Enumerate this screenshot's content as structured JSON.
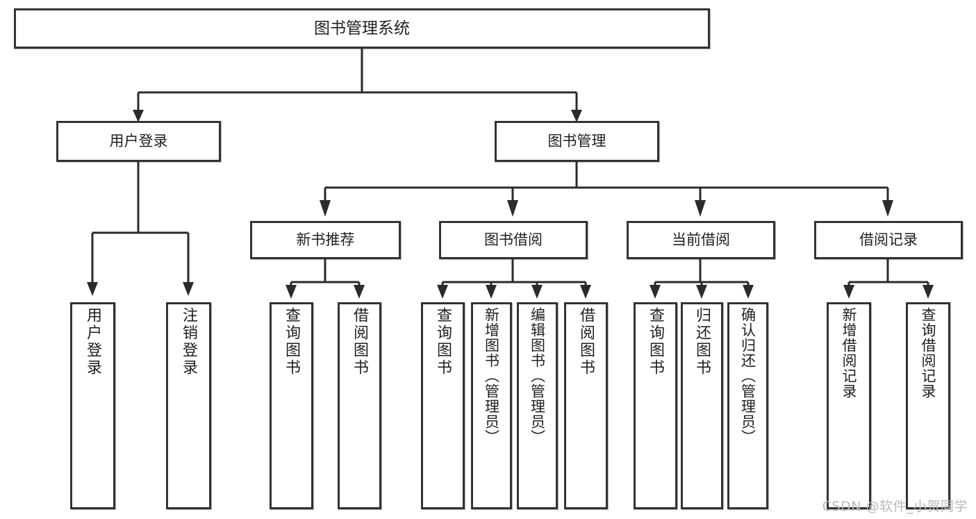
{
  "diagram": {
    "kind": "tree",
    "title": "图书管理系统",
    "colors": {
      "stroke": "#333333",
      "fill": "#ffffff",
      "text": "#1f1f1f",
      "watermark": "#b9b9b9"
    },
    "root": {
      "label": "图书管理系统"
    },
    "level1": [
      {
        "label": "用户登录"
      },
      {
        "label": "图书管理"
      }
    ],
    "level2": [
      {
        "label": "新书推荐"
      },
      {
        "label": "图书借阅"
      },
      {
        "label": "当前借阅"
      },
      {
        "label": "借阅记录"
      }
    ],
    "leaves": [
      {
        "label": "用户登录",
        "parent": "用户登录"
      },
      {
        "label": "注销登录",
        "parent": "用户登录"
      },
      {
        "label": "查询图书",
        "parent": "新书推荐"
      },
      {
        "label": "借阅图书",
        "parent": "新书推荐"
      },
      {
        "label": "查询图书",
        "parent": "图书借阅"
      },
      {
        "label": "新增图书（管理员）",
        "parent": "图书借阅"
      },
      {
        "label": "编辑图书（管理员）",
        "parent": "图书借阅"
      },
      {
        "label": "借阅图书",
        "parent": "图书借阅"
      },
      {
        "label": "查询图书",
        "parent": "当前借阅"
      },
      {
        "label": "归还图书",
        "parent": "当前借阅"
      },
      {
        "label": "确认归还（管理员）",
        "parent": "当前借阅"
      },
      {
        "label": "新增借阅记录",
        "parent": "借阅记录"
      },
      {
        "label": "查询借阅记录",
        "parent": "借阅记录"
      }
    ]
  },
  "watermark": {
    "text": "CSDN @软件_小贺同学"
  }
}
